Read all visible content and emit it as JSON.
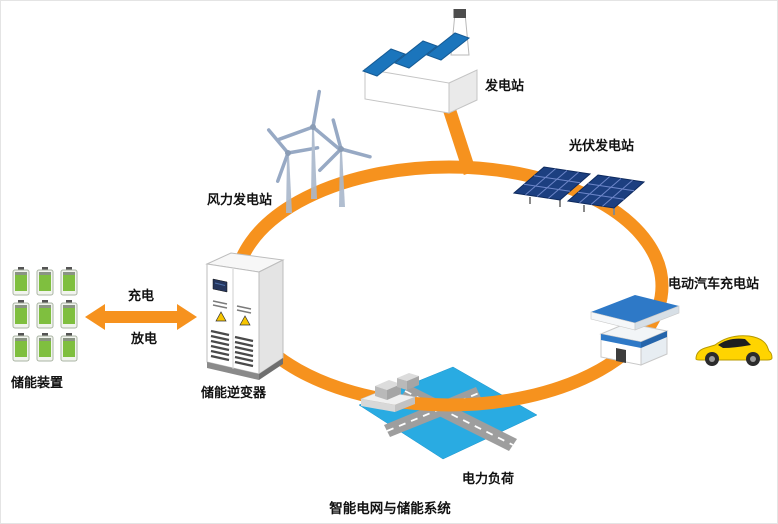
{
  "diagram": {
    "title": "智能电网与储能系统",
    "nodes": {
      "power_station": {
        "label": "发电站"
      },
      "wind_farm": {
        "label": "风力发电站"
      },
      "solar_station": {
        "label": "光伏发电站"
      },
      "ev_charging": {
        "label": "电动汽车充电站"
      },
      "power_load": {
        "label": "电力负荷"
      },
      "inverter": {
        "label": "储能逆变器"
      },
      "storage": {
        "label": "储能装置"
      }
    },
    "flows": {
      "charge": "充电",
      "discharge": "放电"
    },
    "colors": {
      "grid_ring": "#F6921E",
      "factory_roof": "#1B75BC",
      "solar_panel": "#1C3F80",
      "load_area": "#29ABE2",
      "ev_roof": "#2E79C7",
      "car_body": "#FFD400",
      "battery_green": "#7FBF3F"
    }
  }
}
